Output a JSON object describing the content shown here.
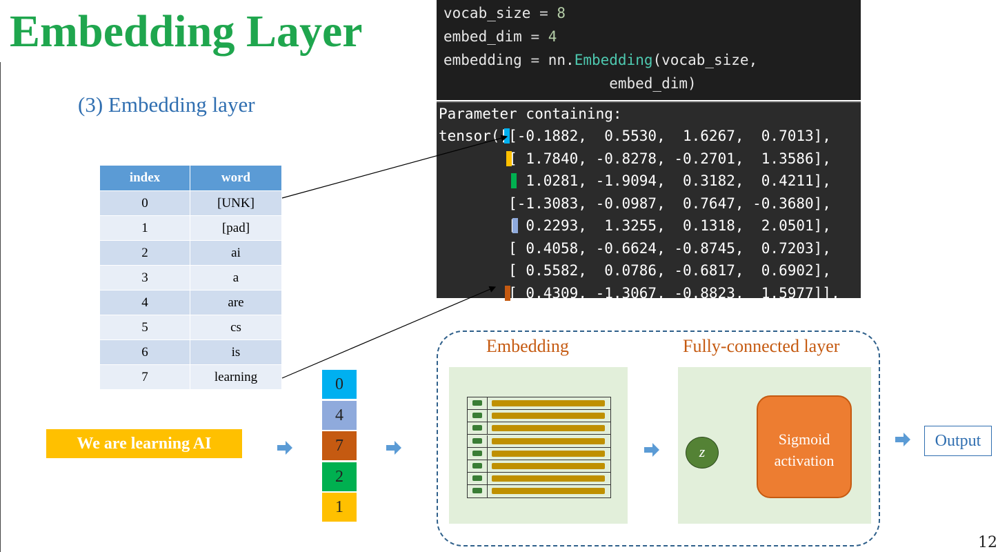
{
  "title": "Embedding Layer",
  "subtitle": "(3) Embedding layer",
  "code": {
    "lines": [
      {
        "name": "vocab_size",
        "op": "=",
        "val": "8"
      },
      {
        "name": "embed_dim",
        "op": "=",
        "val": "4"
      },
      {
        "name": "embedding",
        "op": "=",
        "prefix": "nn.",
        "cls": "Embedding",
        "rest": "(vocab_size,"
      },
      {
        "text": "                   embed_dim)"
      }
    ]
  },
  "output": {
    "header": "Parameter containing:",
    "rows": [
      "tensor([[-0.1882,  0.5530,  1.6267,  0.7013],",
      "        [ 1.7840, -0.8278, -0.2701,  1.3586],",
      "        [ 1.0281, -1.9094,  0.3182,  0.4211],",
      "        [-1.3083, -0.0987,  0.7647, -0.3680],",
      "        [ 0.2293,  1.3255,  0.1318,  2.0501],",
      "        [ 0.4058, -0.6624, -0.8745,  0.7203],",
      "        [ 0.5582,  0.0786, -0.6817,  0.6902],",
      "        [ 0.4309, -1.3067, -0.8823,  1.5977]],"
    ],
    "marker_colors": [
      "#00b0f0",
      "#ffc000",
      "#00b050",
      null,
      "#8faadc",
      null,
      null,
      "#c55a11"
    ]
  },
  "vocab_table": {
    "headers": [
      "index",
      "word"
    ],
    "rows": [
      [
        "0",
        "[UNK]"
      ],
      [
        "1",
        "[pad]"
      ],
      [
        "2",
        "ai"
      ],
      [
        "3",
        "a"
      ],
      [
        "4",
        "are"
      ],
      [
        "5",
        "cs"
      ],
      [
        "6",
        "is"
      ],
      [
        "7",
        "learning"
      ]
    ]
  },
  "sentence": "We are learning AI",
  "indices": [
    {
      "value": "0",
      "color": "#00b0f0"
    },
    {
      "value": "4",
      "color": "#8faadc"
    },
    {
      "value": "7",
      "color": "#c55a11"
    },
    {
      "value": "2",
      "color": "#00b050"
    },
    {
      "value": "1",
      "color": "#ffc000"
    }
  ],
  "model": {
    "embedding_label": "Embedding",
    "fc_label": "Fully-connected layer",
    "z_label": "z",
    "sigmoid_label_1": "Sigmoid",
    "sigmoid_label_2": "activation",
    "output_label": "Output"
  },
  "page_number": "12",
  "colors": {
    "arrow": "#5b9bd5",
    "title": "#1fa64e",
    "accent_orange": "#c55a11"
  }
}
